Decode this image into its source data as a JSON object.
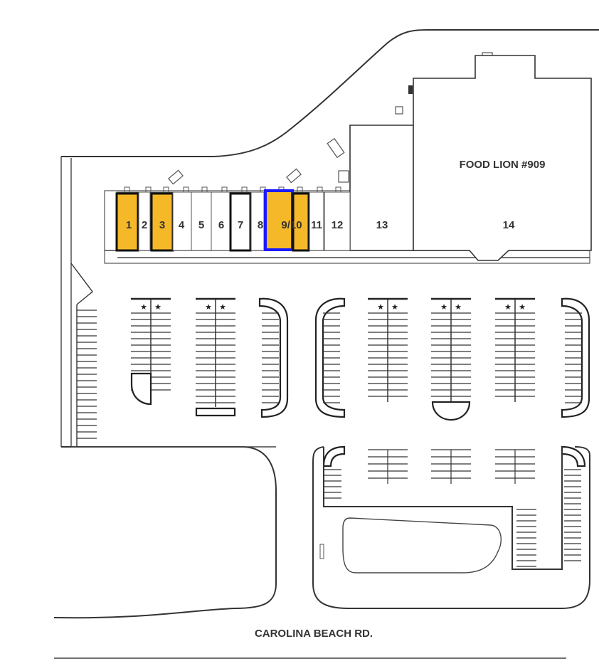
{
  "map": {
    "anchor_tenant": "FOOD LION #909",
    "road_name": "CAROLINA BEACH RD.",
    "highlight_color": "#F4B829",
    "selected_outline_color": "#1A1AFF",
    "units": [
      {
        "label": "1",
        "status": "available"
      },
      {
        "label": "2",
        "status": "leased"
      },
      {
        "label": "3",
        "status": "available"
      },
      {
        "label": "4",
        "status": "leased"
      },
      {
        "label": "5",
        "status": "leased"
      },
      {
        "label": "6",
        "status": "leased"
      },
      {
        "label": "7",
        "status": "outlined"
      },
      {
        "label": "8",
        "status": "leased"
      },
      {
        "label": "9/10",
        "status": "selected"
      },
      {
        "label": "11",
        "status": "leased"
      },
      {
        "label": "12",
        "status": "leased"
      },
      {
        "label": "13",
        "status": "leased"
      },
      {
        "label": "14",
        "status": "leased"
      }
    ]
  }
}
